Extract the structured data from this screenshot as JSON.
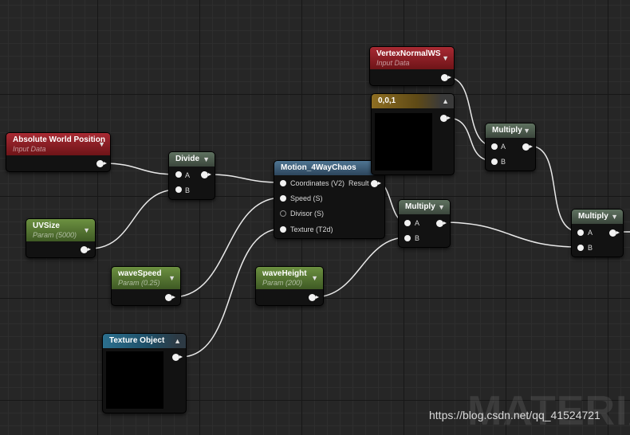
{
  "nodes": {
    "absolute_world_position": {
      "title": "Absolute World Position",
      "subtitle": "Input Data"
    },
    "divide": {
      "title": "Divide",
      "pin_a": "A",
      "pin_b": "B"
    },
    "uvsize": {
      "title": "UVSize",
      "subtitle": "Param (5000)"
    },
    "wavespeed": {
      "title": "waveSpeed",
      "subtitle": "Param (0.25)"
    },
    "texture_object": {
      "title": "Texture Object"
    },
    "motion": {
      "title": "Motion_4WayChaos",
      "in_coordinates": "Coordinates (V2)",
      "out_result": "Result",
      "in_speed": "Speed (S)",
      "in_divisor": "Divisor (S)",
      "in_texture": "Texture (T2d)"
    },
    "waveheight": {
      "title": "waveHeight",
      "subtitle": "Param (200)"
    },
    "vertex_normal_ws": {
      "title": "VertexNormalWS",
      "subtitle": "Input Data"
    },
    "constant": {
      "title": "0,0,1"
    },
    "multiply_1": {
      "title": "Multiply",
      "pin_a": "A",
      "pin_b": "B"
    },
    "multiply_2": {
      "title": "Multiply",
      "pin_a": "A",
      "pin_b": "B"
    },
    "multiply_3": {
      "title": "Multiply",
      "pin_a": "A",
      "pin_b": "B"
    }
  },
  "icons": {
    "collapse": "triangle-down-icon",
    "expand": "triangle-up-icon"
  },
  "colors": {
    "input_data_header": "#a82a33",
    "param_header": "#6c9141",
    "math_header": "#5f7260",
    "function_header": "#4f7593",
    "constant_header": "#8e6e22",
    "texture_header": "#2b6f8e",
    "wire": "#ffffff"
  },
  "overlay": {
    "background_text": "MATERIA",
    "watermark": "https://blog.csdn.net/qq_41524721"
  }
}
